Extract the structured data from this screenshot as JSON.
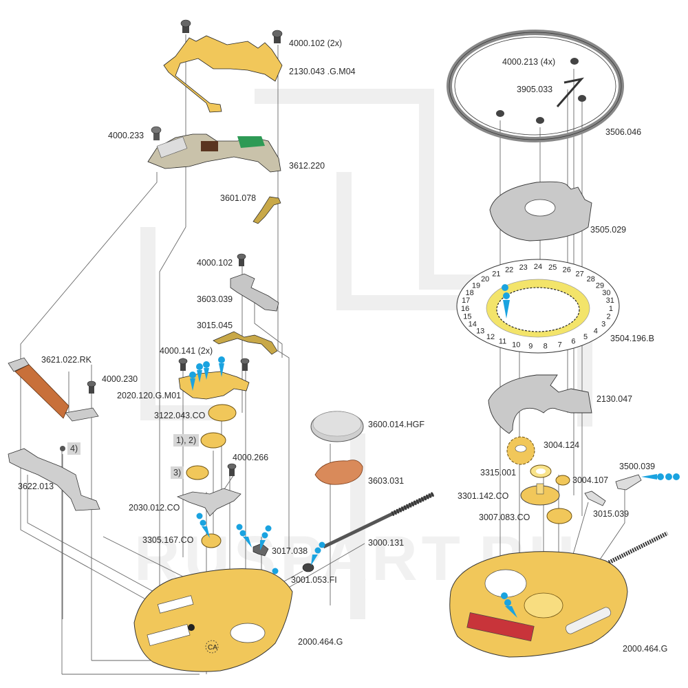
{
  "watermark": "RUSPART.RU",
  "colors": {
    "brass": "#f1c75a",
    "brass_light": "#fbe6a6",
    "steel": "#c9c9c9",
    "lubricant_drop": "#1aa3e0",
    "coil": "#c8703a",
    "battery_insulator": "#d98a5a",
    "pcb_green": "#2e9a55",
    "date_ring_yellow": "#f3e46a",
    "leader_line": "#555555"
  },
  "left_assembly": {
    "labels": [
      {
        "id": "p4000_102_2x",
        "text": "4000.102 (2x)"
      },
      {
        "id": "p2130_043",
        "text": "2130.043 .G.M04"
      },
      {
        "id": "p4000_233",
        "text": "4000.233"
      },
      {
        "id": "p3612_220",
        "text": "3612.220"
      },
      {
        "id": "p3601_078",
        "text": "3601.078"
      },
      {
        "id": "p4000_102",
        "text": "4000.102"
      },
      {
        "id": "p3603_039",
        "text": "3603.039"
      },
      {
        "id": "p3015_045",
        "text": "3015.045"
      },
      {
        "id": "p4000_141",
        "text": "4000.141 (2x)"
      },
      {
        "id": "p3621_022",
        "text": "3621.022.RK"
      },
      {
        "id": "p4000_230",
        "text": "4000.230"
      },
      {
        "id": "p2020_120",
        "text": "2020.120.G.M01"
      },
      {
        "id": "p3122_043",
        "text": "3122.043.CO"
      },
      {
        "id": "p4000_266",
        "text": "4000.266"
      },
      {
        "id": "p3622_013",
        "text": "3622.013"
      },
      {
        "id": "p2030_012",
        "text": "2030.012.CO"
      },
      {
        "id": "p3600_014",
        "text": "3600.014.HGF"
      },
      {
        "id": "p3603_031",
        "text": "3603.031"
      },
      {
        "id": "p3305_167",
        "text": "3305.167.CO"
      },
      {
        "id": "p3017_038",
        "text": "3017.038"
      },
      {
        "id": "p3000_131",
        "text": "3000.131"
      },
      {
        "id": "p3001_053",
        "text": "3001.053.FI"
      },
      {
        "id": "p2000_464_left",
        "text": "2000.464.G"
      }
    ],
    "notes": [
      {
        "id": "note_1_2",
        "text": "1), 2)"
      },
      {
        "id": "note_3",
        "text": "3)"
      },
      {
        "id": "note_4",
        "text": "4)"
      }
    ],
    "mainplate_marker": "CA"
  },
  "right_assembly": {
    "labels": [
      {
        "id": "p4000_213",
        "text": "4000.213 (4x)"
      },
      {
        "id": "p3905_033",
        "text": "3905.033"
      },
      {
        "id": "p3506_046",
        "text": "3506.046"
      },
      {
        "id": "p3505_029",
        "text": "3505.029"
      },
      {
        "id": "p3504_196",
        "text": "3504.196.B"
      },
      {
        "id": "p2130_047",
        "text": "2130.047"
      },
      {
        "id": "p3004_124",
        "text": "3004.124"
      },
      {
        "id": "p3315_001",
        "text": "3315.001"
      },
      {
        "id": "p3004_107",
        "text": "3004.107"
      },
      {
        "id": "p3500_039",
        "text": "3500.039"
      },
      {
        "id": "p3301_142",
        "text": "3301.142.CO"
      },
      {
        "id": "p3015_039",
        "text": "3015.039"
      },
      {
        "id": "p3007_083",
        "text": "3007.083.CO"
      },
      {
        "id": "p2000_464_right",
        "text": "2000.464.G"
      }
    ],
    "date_disk_numbers": [
      "1",
      "2",
      "3",
      "4",
      "5",
      "6",
      "7",
      "8",
      "9",
      "10",
      "11",
      "12",
      "13",
      "14",
      "15",
      "16",
      "17",
      "18",
      "19",
      "20",
      "21",
      "22",
      "23",
      "24",
      "25",
      "26",
      "27",
      "28",
      "29",
      "30",
      "31"
    ]
  }
}
